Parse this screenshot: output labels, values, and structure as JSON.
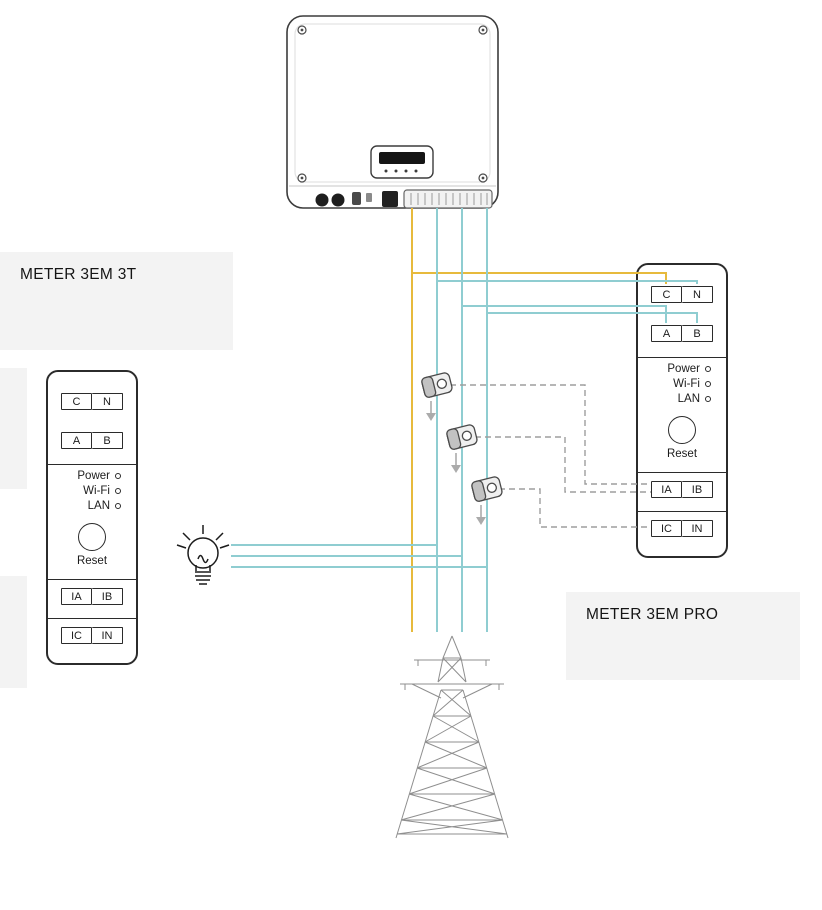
{
  "diagram": {
    "left_label": "METER 3EM 3T",
    "right_label": "METER 3EM PRO"
  },
  "left_meter": {
    "terminals": {
      "c": "C",
      "n": "N",
      "a": "A",
      "b": "B",
      "ia": "IA",
      "ib": "IB",
      "ic": "IC",
      "in": "IN"
    },
    "leds": {
      "power": "Power",
      "wifi": "Wi-Fi",
      "lan": "LAN"
    },
    "reset_label": "Reset"
  },
  "right_meter": {
    "terminals": {
      "c": "C",
      "n": "N",
      "a": "A",
      "b": "B",
      "ia": "IA",
      "ib": "IB",
      "ic": "IC",
      "in": "IN"
    },
    "leds": {
      "power": "Power",
      "wifi": "Wi-Fi",
      "lan": "LAN"
    },
    "reset_label": "Reset"
  },
  "colors": {
    "phase_wire": "#E7BA3C",
    "neutral_wire": "#8FCDD1",
    "ct_cable": "#9E9E9E",
    "label_bg": "#F3F3F3"
  },
  "icons": {
    "bulb": "light-bulb-icon",
    "ct_clamp": "ct-clamp-icon",
    "down_arrow": "down-arrow-icon",
    "tower": "transmission-tower-icon",
    "inverter": "inverter-graphic"
  }
}
